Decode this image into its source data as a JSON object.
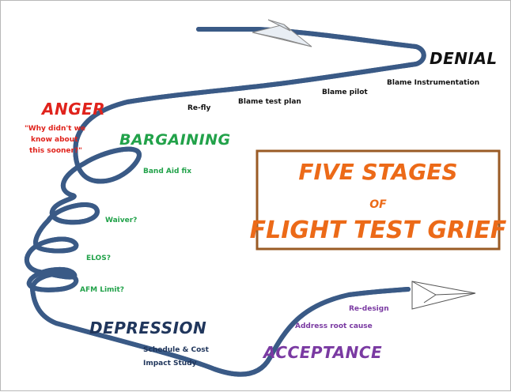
{
  "colors": {
    "path": "#3a5a86",
    "denial": "#111111",
    "anger": "#e0231c",
    "bargaining": "#22a24a",
    "depression": "#20365c",
    "acceptance": "#7a3aa2",
    "title": "#ec6a18",
    "title_border": "#9a5b25",
    "plane": "#888888"
  },
  "title": {
    "line1": "FIVE STAGES",
    "line2": "OF",
    "line3": "FLIGHT TEST GRIEF"
  },
  "stages": {
    "denial": "DENIAL",
    "anger": "ANGER",
    "bargaining": "BARGAINING",
    "depression": "DEPRESSION",
    "acceptance": "ACCEPTANCE"
  },
  "notes": {
    "blame_instrumentation": "Blame Instrumentation",
    "blame_pilot": "Blame pilot",
    "blame_test_plan": "Blame test plan",
    "refly": "Re-fly",
    "anger_quote_1": "\"Why didn't we",
    "anger_quote_2": "know about",
    "anger_quote_3": "this sooner?\"",
    "band_aid": "Band Aid fix",
    "waiver": "Waiver?",
    "elos": "ELOS?",
    "afm_limit": "AFM Limit?",
    "schedule_cost": "Schedule & Cost",
    "impact_study": "Impact Study",
    "redesign": "Re-design",
    "address_root": "Address root cause"
  },
  "icons": {
    "start": "paper-airplane-icon",
    "end": "paper-airplane-outline-icon"
  }
}
